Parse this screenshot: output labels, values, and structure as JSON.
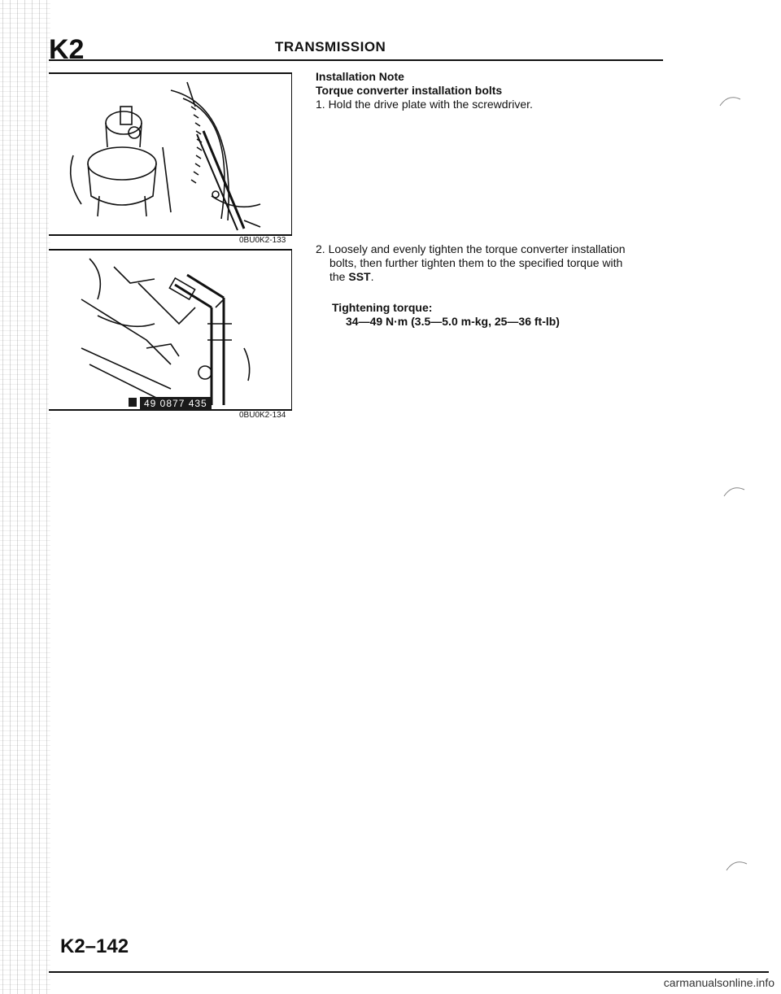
{
  "header": {
    "section_code": "K2",
    "section_title": "TRANSMISSION"
  },
  "figures": [
    {
      "code": "0BU0K2-133"
    },
    {
      "code": "0BU0K2-134",
      "tool_label": "49 0877 435"
    }
  ],
  "content": {
    "heading": "Installation Note",
    "subheading": "Torque converter installation bolts",
    "step1": "1. Hold the drive plate with the screwdriver.",
    "step2_line1": "2. Loosely and evenly tighten the torque converter installation",
    "step2_line2": "bolts, then further tighten them to the specified torque with",
    "step2_line3_prefix": "the ",
    "step2_line3_bold": "SST",
    "step2_line3_suffix": ".",
    "torque_label": "Tightening torque:",
    "torque_value": "34—49 N·m (3.5—5.0 m-kg, 25—36 ft-lb)"
  },
  "footer": {
    "page_number": "K2–142",
    "watermark": "carmanualsonline.info"
  }
}
